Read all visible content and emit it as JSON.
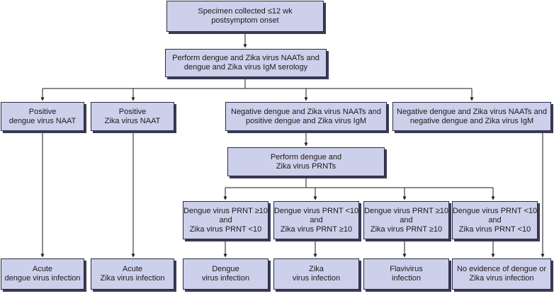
{
  "diagram": {
    "specimen": {
      "line1": "Specimen collected ≤12 wk",
      "line2": "postsymptom onset"
    },
    "perform_naat": {
      "line1": "Perform dengue and Zika virus NAATs and",
      "line2": "dengue and Zika virus IgM serology"
    },
    "pos_dengue_naat": {
      "line1": "Positive",
      "line2": "dengue virus NAAT"
    },
    "pos_zika_naat": {
      "line1": "Positive",
      "line2": "Zika virus NAAT"
    },
    "neg_naat_pos_igm": {
      "line1": "Negative dengue and Zika virus NAATs and",
      "line2": "positive dengue and Zika virus IgM"
    },
    "neg_naat_neg_igm": {
      "line1": "Negative dengue and Zika virus NAATs and",
      "line2": "negative dengue and Zika virus IgM"
    },
    "perform_prnt": {
      "line1": "Perform dengue and",
      "line2": "Zika virus PRNTs"
    },
    "prnt_a": {
      "line1": "Dengue virus PRNT ≥10",
      "line2": "and",
      "line3": "Zika virus PRNT <10"
    },
    "prnt_b": {
      "line1": "Dengue virus PRNT <10",
      "line2": "and",
      "line3": "Zika virus PRNT ≥10"
    },
    "prnt_c": {
      "line1": "Dengue virus PRNT ≥10",
      "line2": "and",
      "line3": "Zika virus PRNT ≥10"
    },
    "prnt_d": {
      "line1": "Dengue virus PRNT <10",
      "line2": "and",
      "line3": "Zika virus PRNT <10"
    },
    "out_acute_dengue": {
      "line1": "Acute",
      "line2": "dengue virus infection"
    },
    "out_acute_zika": {
      "line1": "Acute",
      "line2": "Zika virus infection"
    },
    "out_dengue": {
      "line1": "Dengue",
      "line2": "virus infection"
    },
    "out_zika": {
      "line1": "Zika",
      "line2": "virus infection"
    },
    "out_flavivirus": {
      "line1": "Flavivirus",
      "line2": "infection"
    },
    "out_no_evidence": {
      "line1": "No evidence of dengue or",
      "line2": "Zika virus infection"
    }
  },
  "colors": {
    "box_fill": "#cdd0ea",
    "box_border": "#2b2b45",
    "line": "#1a1a1a"
  }
}
